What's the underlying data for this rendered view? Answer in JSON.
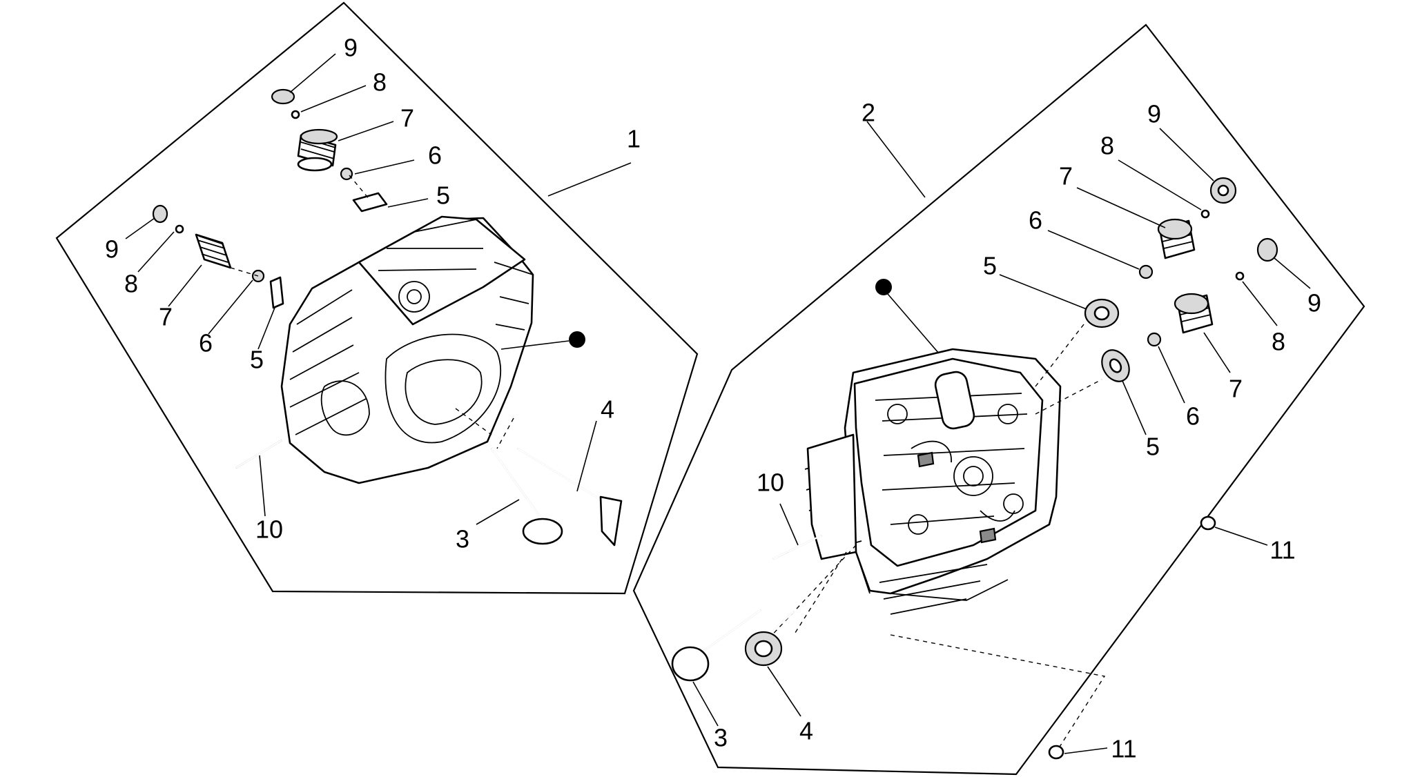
{
  "diagram": {
    "groups": [
      {
        "id": "group-1",
        "label": "1",
        "callouts": [
          "9",
          "8",
          "7",
          "6",
          "5",
          "9",
          "8",
          "7",
          "6",
          "5",
          "4",
          "3",
          "10"
        ]
      },
      {
        "id": "group-2",
        "label": "2",
        "callouts": [
          "9",
          "8",
          "7",
          "6",
          "5",
          "9",
          "8",
          "7",
          "6",
          "5",
          "10",
          "11",
          "11",
          "3",
          "4"
        ]
      }
    ]
  }
}
